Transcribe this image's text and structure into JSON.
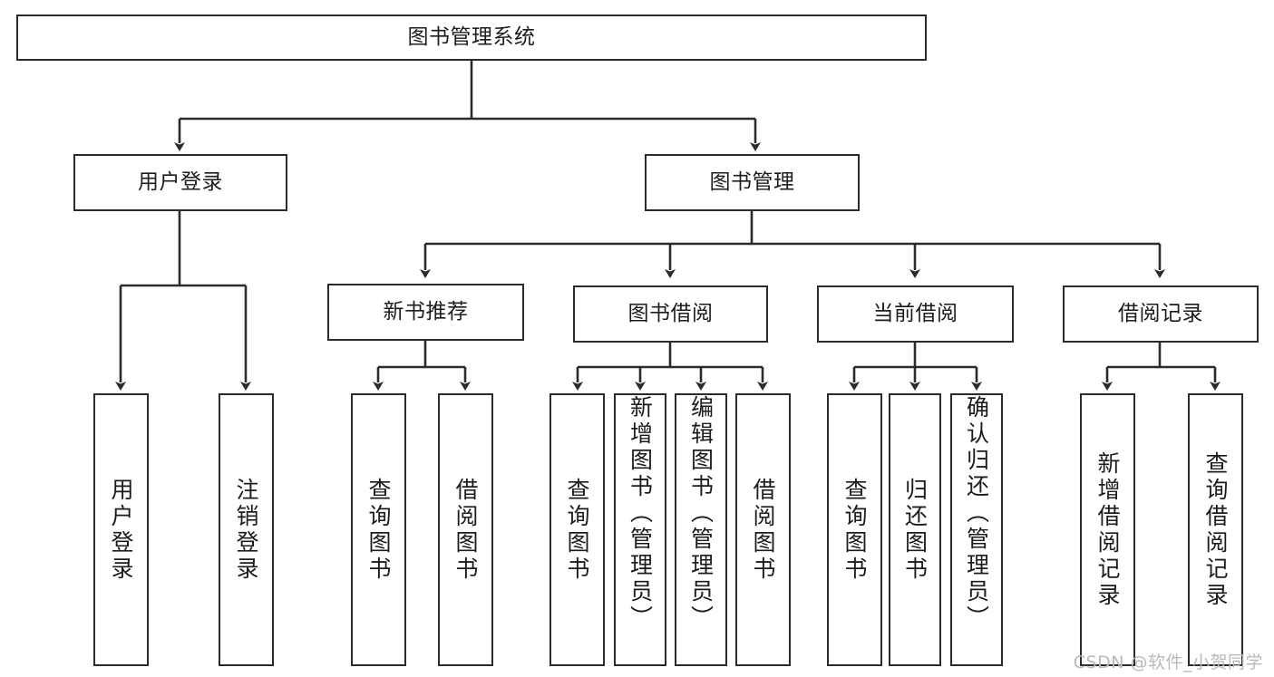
{
  "diagram": {
    "type": "hierarchy-tree",
    "title": "图书管理系统",
    "levels": 4,
    "root": {
      "id": "root",
      "label": "图书管理系统",
      "orientation": "horizontal"
    },
    "level2": [
      {
        "id": "user-login",
        "label": "用户登录",
        "orientation": "horizontal"
      },
      {
        "id": "book-management",
        "label": "图书管理",
        "orientation": "horizontal"
      }
    ],
    "level3": [
      {
        "id": "new-book-recommend",
        "label": "新书推荐",
        "orientation": "horizontal",
        "parent": "book-management"
      },
      {
        "id": "book-borrow",
        "label": "图书借阅",
        "orientation": "horizontal",
        "parent": "book-management"
      },
      {
        "id": "current-borrow",
        "label": "当前借阅",
        "orientation": "horizontal",
        "parent": "book-management"
      },
      {
        "id": "borrow-record",
        "label": "借阅记录",
        "orientation": "horizontal",
        "parent": "book-management"
      }
    ],
    "leaves": [
      {
        "id": "leaf-user-login",
        "label": "用户登录",
        "parent": "user-login",
        "orientation": "vertical"
      },
      {
        "id": "leaf-user-logout",
        "label": "注销登录",
        "parent": "user-login",
        "orientation": "vertical"
      },
      {
        "id": "leaf-query-book-1",
        "label": "查询图书",
        "parent": "new-book-recommend",
        "orientation": "vertical"
      },
      {
        "id": "leaf-borrow-book-1",
        "label": "借阅图书",
        "parent": "new-book-recommend",
        "orientation": "vertical"
      },
      {
        "id": "leaf-query-book-2",
        "label": "查询图书",
        "parent": "book-borrow",
        "orientation": "vertical"
      },
      {
        "id": "leaf-add-book",
        "label": "新增图书（管理员）",
        "parent": "book-borrow",
        "orientation": "vertical"
      },
      {
        "id": "leaf-edit-book",
        "label": "编辑图书（管理员）",
        "parent": "book-borrow",
        "orientation": "vertical"
      },
      {
        "id": "leaf-borrow-book-2",
        "label": "借阅图书",
        "parent": "book-borrow",
        "orientation": "vertical"
      },
      {
        "id": "leaf-query-book-3",
        "label": "查询图书",
        "parent": "current-borrow",
        "orientation": "vertical"
      },
      {
        "id": "leaf-return-book",
        "label": "归还图书",
        "parent": "current-borrow",
        "orientation": "vertical"
      },
      {
        "id": "leaf-confirm-return",
        "label": "确认归还（管理员）",
        "parent": "current-borrow",
        "orientation": "vertical"
      },
      {
        "id": "leaf-add-record",
        "label": "新增借阅记录",
        "parent": "borrow-record",
        "orientation": "vertical"
      },
      {
        "id": "leaf-query-record",
        "label": "查询借阅记录",
        "parent": "borrow-record",
        "orientation": "vertical"
      }
    ],
    "colors": {
      "border": "#2b2b2b",
      "background": "#ffffff",
      "text": "#1c1c1c",
      "connector": "#2b2b2b",
      "watermark": "#b9b9b9"
    }
  },
  "watermark": {
    "text": "CSDN @软件_小贺同学"
  }
}
